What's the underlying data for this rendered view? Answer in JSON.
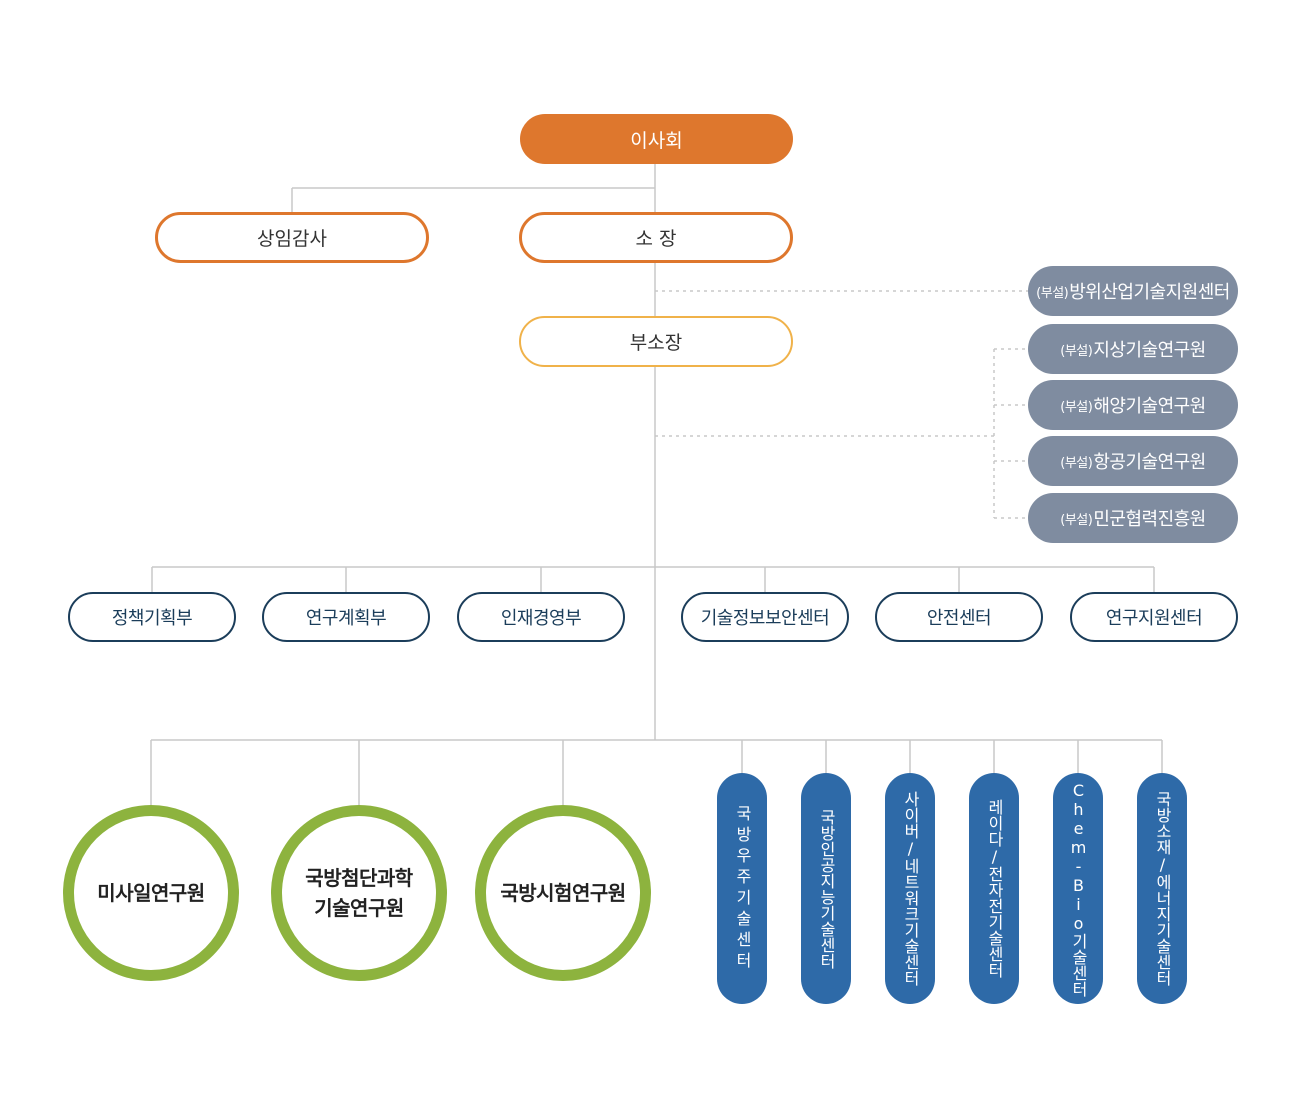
{
  "board": {
    "label": "이사회"
  },
  "auditor": {
    "label": "상임감사"
  },
  "director": {
    "label": "소 장"
  },
  "deputy": {
    "label": "부소장"
  },
  "affiliated": {
    "prefix": "(부설)",
    "defense_support": "방위산업기술지원센터",
    "institutes": [
      "지상기술연구원",
      "해양기술연구원",
      "항공기술연구원",
      "민군협력진흥원"
    ]
  },
  "departments": [
    "정책기획부",
    "연구계획부",
    "인재경영부",
    "기술정보보안센터",
    "안전센터",
    "연구지원센터"
  ],
  "research_institutes": [
    {
      "line1": "미사일연구원",
      "line2": ""
    },
    {
      "line1": "국방첨단과학",
      "line2": "기술연구원"
    },
    {
      "line1": "국방시험연구원",
      "line2": ""
    }
  ],
  "tech_centers": [
    "국방우주기술센터",
    "국방인공지능기술센터",
    "사이버/네트워크기술센터",
    "레이다/전자전기술센터",
    "Chem-Bio기술센터",
    "국방소재/에너지기술센터"
  ],
  "colors": {
    "board": "#de772d",
    "deputy_border": "#f0b24a",
    "affiliated": "#7f8ca0",
    "department_border": "#1b3d5a",
    "institute_ring": "#8db33e",
    "tech_center": "#2e6aa8",
    "connector": "#c8c8c8"
  }
}
